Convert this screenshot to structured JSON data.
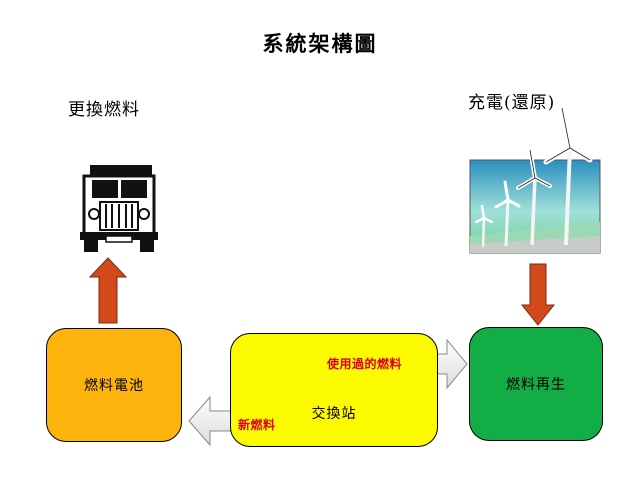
{
  "title": "系統架構圖",
  "labels": {
    "swap_fuel": "更換燃料",
    "charge": "充電(還原)"
  },
  "boxes": {
    "battery": "燃料電池",
    "station": "交換站",
    "regen": "燃料再生"
  },
  "arrows": {
    "used_fuel": "使用過的燃料",
    "new_fuel": "新燃料"
  },
  "colors": {
    "battery": "#fcb40c",
    "station": "#fcfa00",
    "regen": "#12ad45",
    "up_down_arrow": "#d2491c",
    "flow_text": "#e0001b"
  },
  "icons": {
    "truck": "truck-icon",
    "wind": "wind-turbine-icon"
  }
}
